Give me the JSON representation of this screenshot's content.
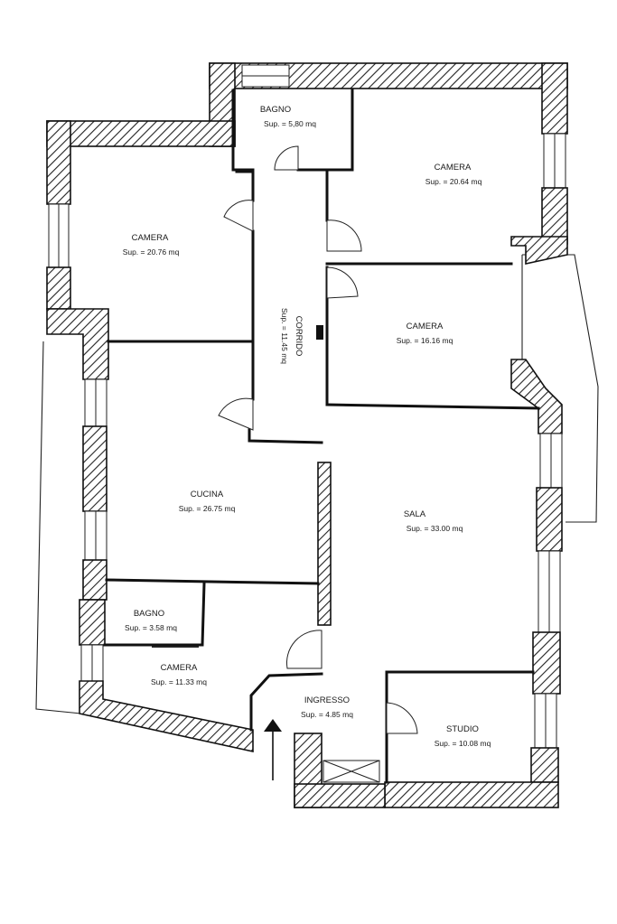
{
  "rooms": [
    {
      "key": "bagno1",
      "name": "BAGNO",
      "area": "Sup. = 5,80 mq"
    },
    {
      "key": "camera1",
      "name": "CAMERA",
      "area": "Sup. = 20.64 mq"
    },
    {
      "key": "camera2",
      "name": "CAMERA",
      "area": "Sup. = 20.76 mq"
    },
    {
      "key": "camera3",
      "name": "CAMERA",
      "area": "Sup. = 16.16 mq"
    },
    {
      "key": "corridoio",
      "name": "CORRIDO",
      "area": "Sup. = 11.45 mq"
    },
    {
      "key": "cucina",
      "name": "CUCINA",
      "area": "Sup. = 26.75 mq"
    },
    {
      "key": "sala",
      "name": "SALA",
      "area": "Sup. = 33.00 mq"
    },
    {
      "key": "bagno2",
      "name": "BAGNO",
      "area": "Sup. = 3.58 mq"
    },
    {
      "key": "camera4",
      "name": "CAMERA",
      "area": "Sup. = 11.33 mq"
    },
    {
      "key": "ingresso",
      "name": "INGRESSO",
      "area": "Sup. = 4.85 mq"
    },
    {
      "key": "studio",
      "name": "STUDIO",
      "area": "Sup. = 10.08 mq"
    }
  ],
  "icons": [
    "entrance-arrow-icon"
  ]
}
